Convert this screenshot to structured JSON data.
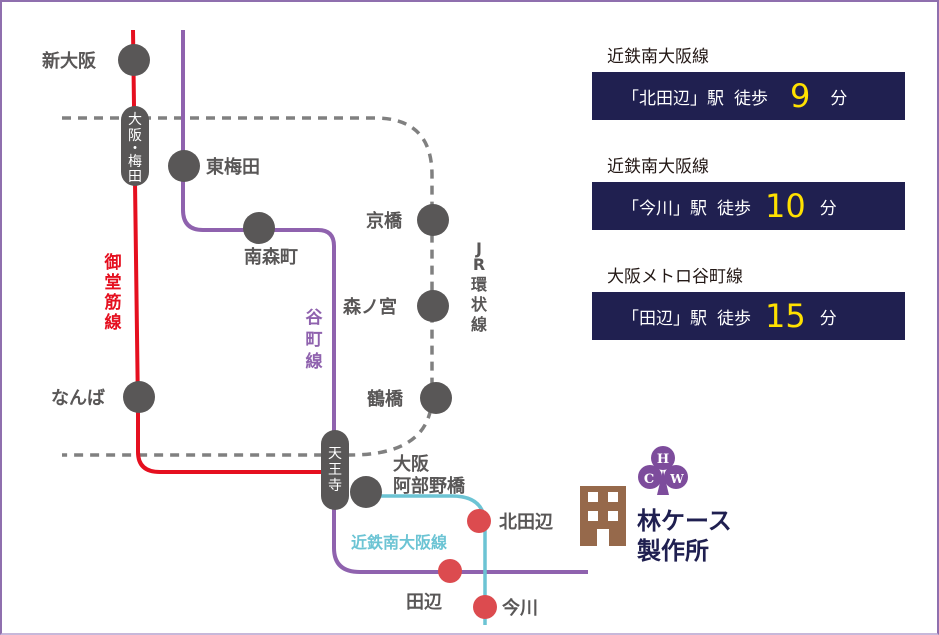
{
  "map": {
    "lines": {
      "midosuji": {
        "label": "御堂筋線",
        "color": "#e50f1f"
      },
      "tanimachi": {
        "label": "谷町線",
        "color": "#8f62ae"
      },
      "jr_loop": {
        "label": "JR環状線",
        "label_chars": [
          "J",
          "R",
          "環",
          "状",
          "線"
        ],
        "color": "#808080"
      },
      "kintetsu": {
        "label": "近鉄南大阪線",
        "color": "#6cc4d4"
      }
    },
    "label_chars": {
      "midosuji": [
        "御",
        "堂",
        "筋",
        "線"
      ],
      "tanimachi": [
        "谷",
        "町",
        "線"
      ]
    },
    "stations": {
      "shin_osaka": "新大阪",
      "osaka_umeda": "大阪・梅田",
      "osaka_umeda_chars": [
        "大",
        "阪",
        "・",
        "梅",
        "田"
      ],
      "higashi_umeda": "東梅田",
      "minami_morimachi": "南森町",
      "kyobashi": "京橋",
      "morinomiya": "森ノ宮",
      "namba": "なんば",
      "tsuruhashi": "鶴橋",
      "tennoji": "天王寺",
      "tennoji_chars": [
        "天",
        "王",
        "寺"
      ],
      "abeno_line1": "大阪",
      "abeno_line2": "阿部野橋",
      "kita_tanabe": "北田辺",
      "tanabe": "田辺",
      "imagawa": "今川"
    },
    "colors": {
      "station_dot": "#595757",
      "destination_dot": "#dc4b4f",
      "building": "#96694b",
      "logo": "#7d4c9c"
    }
  },
  "access": [
    {
      "line": "近鉄南大阪線",
      "station": "「北田辺」駅",
      "walk": "徒歩",
      "minutes": "9",
      "unit": "分"
    },
    {
      "line": "近鉄南大阪線",
      "station": "「今川」駅",
      "walk": "徒歩",
      "minutes": "10",
      "unit": "分"
    },
    {
      "line": "大阪メトロ谷町線",
      "station": "「田辺」駅",
      "walk": "徒歩",
      "minutes": "15",
      "unit": "分"
    }
  ],
  "company": {
    "name_line1": "林ケース",
    "name_line2": "製作所",
    "logo_letters": {
      "top": "H",
      "left": "C",
      "right": "W"
    },
    "building_icon": "building-icon"
  }
}
